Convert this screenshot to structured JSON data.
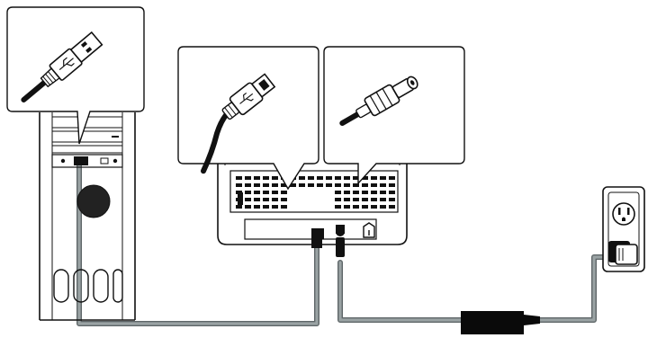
{
  "diagram": {
    "colors": {
      "line": "#111111",
      "cable": "#9aa3a4",
      "cable_outline": "#5e6668",
      "vent": "#111111",
      "speaker": "#222222",
      "adapter": "#0a0a0a",
      "background": "#ffffff"
    },
    "icons": {
      "computer": "computer-tower-icon",
      "scanner": "scanner-back-panel-icon",
      "outlet": "wall-outlet-icon",
      "usb_a": "usb-a-plug-icon",
      "usb_b": "usb-b-plug-icon",
      "dc_plug": "dc-power-plug-icon",
      "adapter": "power-adapter-icon",
      "usb_symbol": "usb-symbol-icon"
    },
    "callouts": [
      {
        "name": "usb-a-callout",
        "shows": "usb_a"
      },
      {
        "name": "usb-b-callout",
        "shows": "usb_b"
      },
      {
        "name": "dc-plug-callout",
        "shows": "dc_plug"
      }
    ],
    "connections": [
      {
        "from": "computer",
        "to": "scanner",
        "port": "usb"
      },
      {
        "from": "adapter",
        "to": "scanner",
        "port": "dc-in"
      },
      {
        "from": "adapter",
        "to": "outlet",
        "port": "ac"
      }
    ]
  }
}
